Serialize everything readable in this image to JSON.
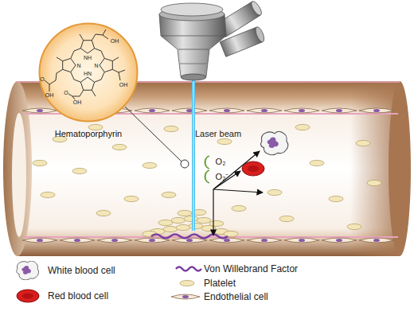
{
  "diagram": {
    "nodes": [
      {
        "text": [
          "Hematoporphyrin"
        ]
      }
    ],
    "labels": [
      "OH",
      "OH",
      "NH",
      "N",
      "N",
      "HN",
      "O",
      "OH",
      "O",
      "OH",
      "Laser beam",
      "O₂",
      "O₂⁻"
    ],
    "legend": [
      {
        "text": "White blood cell"
      },
      {
        "text": "Von Willebrand Factor"
      },
      {
        "text": "Platelet"
      },
      {
        "text": "Red blood cell"
      },
      {
        "text": "Endothelial cell"
      }
    ]
  }
}
